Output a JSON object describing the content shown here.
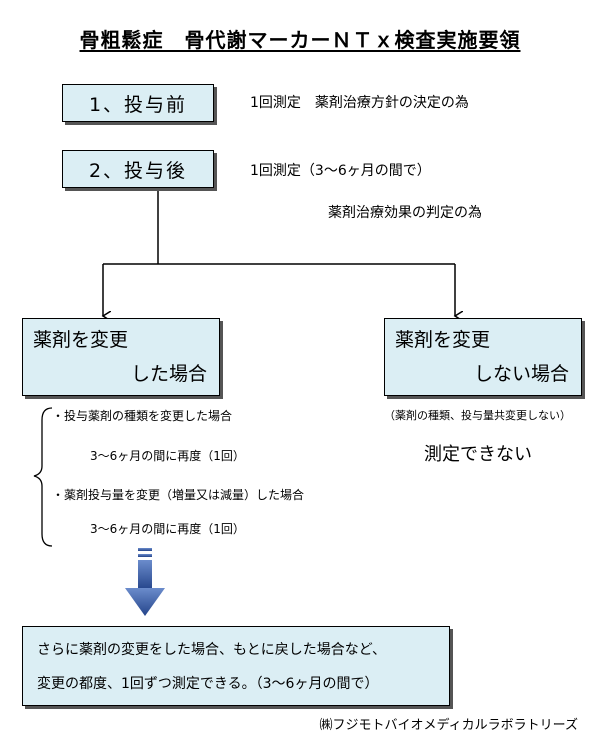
{
  "title": "骨粗鬆症　骨代謝マーカーＮＴｘ検査実施要領",
  "step1": {
    "label": "1、投与前",
    "note": "1回測定　薬剤治療方針の決定の為"
  },
  "step2": {
    "label": "2、投与後",
    "note_line1": "1回測定（3〜6ヶ月の間で）",
    "note_line2": "薬剤治療効果の判定の為"
  },
  "branch_changed": {
    "line1": "薬剤を変更",
    "line2": "した場合",
    "items": [
      {
        "label": "・投与薬剤の種類を変更した場合",
        "sub": "3〜6ヶ月の間に再度（1回）"
      },
      {
        "label": "・薬剤投与量を変更（増量又は減量）した場合",
        "sub": "3〜6ヶ月の間に再度（1回）"
      }
    ]
  },
  "branch_unchanged": {
    "line1": "薬剤を変更",
    "line2": "しない場合",
    "note": "（薬剤の種類、投与量共変更しない）",
    "result": "測定できない"
  },
  "summary": {
    "line1": "さらに薬剤の変更をした場合、もとに戻した場合など、",
    "line2": "変更の都度、1回ずつ測定できる。（3〜6ヶ月の間で）"
  },
  "footer": "㈱フジモトバイオメディカルラボラトリーズ",
  "colors": {
    "box_fill": "#dbeef4",
    "arrow_fill": "#3b5fa8"
  }
}
